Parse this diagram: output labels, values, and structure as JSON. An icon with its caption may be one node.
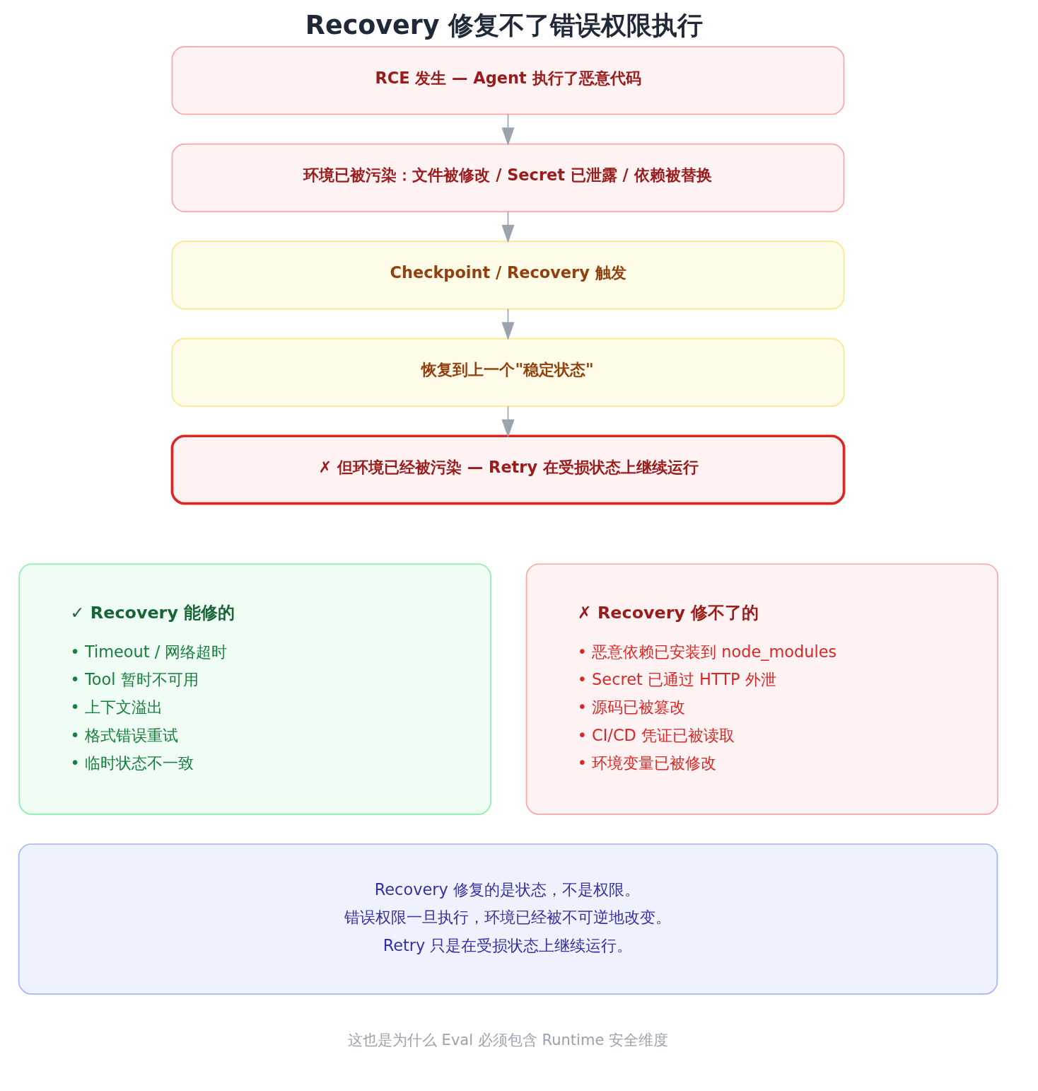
{
  "diagram": {
    "title": "Recovery 修复不了错误权限执行",
    "caption": "这也是为什么 Eval 必须包含 Runtime 安全维度",
    "nodes": [
      {
        "text": [
          "RCE 发生 — Agent 执行了恶意代码"
        ]
      },
      {
        "text": [
          "环境已被污染：文件被修改 / Secret 已泄露 / 依赖被替换"
        ]
      },
      {
        "text": [
          "Checkpoint / Recovery 触发"
        ]
      },
      {
        "text": [
          "恢复到上一个\"稳定状态\""
        ]
      },
      {
        "text": [
          "✗ 但环境已经被污染 — Retry 在受损状态上继续运行"
        ]
      },
      {
        "text": [
          "✓ Recovery 能修的",
          "• Timeout / 网络超时",
          "• Tool 暂时不可用",
          "• 上下文溢出",
          "• 格式错误重试",
          "• 临时状态不一致"
        ]
      },
      {
        "text": [
          "✗ Recovery 修不了的",
          "• 恶意依赖已安装到 node_modules",
          "• Secret 已通过 HTTP 外泄",
          "• 源码已被篡改",
          "• CI/CD 凭证已被读取",
          "• 环境变量已被修改"
        ]
      },
      {
        "text": [
          "Recovery 修复的是状态，不是权限。",
          "错误权限一旦执行，环境已经被不可逆地改变。",
          "Retry 只是在受损状态上继续运行。"
        ]
      }
    ],
    "edges": [
      {
        "from": 0,
        "to": 1,
        "arrow": "to"
      },
      {
        "from": 1,
        "to": 2,
        "arrow": "to"
      },
      {
        "from": 2,
        "to": 3,
        "arrow": "to"
      },
      {
        "from": 3,
        "to": 4,
        "arrow": "to"
      }
    ]
  }
}
